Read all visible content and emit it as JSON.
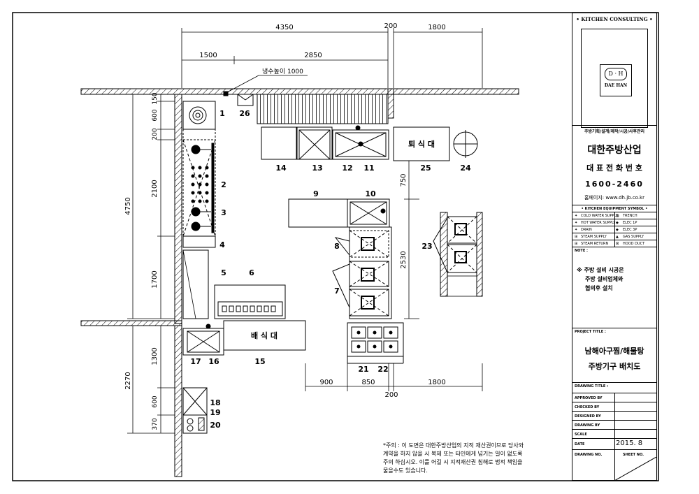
{
  "dims": {
    "top_4350": "4350",
    "top_200": "200",
    "top_1800": "1800",
    "top_1500": "1500",
    "top_2850": "2850",
    "left_150": "150",
    "left_600": "600",
    "left_200": "200",
    "left_2100": "2100",
    "left_4750": "4750",
    "left_1700": "1700",
    "left_1300": "1300",
    "left_2270": "2270",
    "left_600b": "600",
    "left_370": "370",
    "right_750": "750",
    "right_2530": "2530",
    "bot_900": "900",
    "bot_850": "850",
    "bot_200": "200",
    "bot_1800": "1800"
  },
  "notes": {
    "water_height": "냉수높이 1000",
    "pass_out": "퇴 식 대",
    "pass_in": "배 식 대"
  },
  "item_numbers": [
    "1",
    "2",
    "3",
    "4",
    "5",
    "6",
    "7",
    "8",
    "9",
    "10",
    "11",
    "12",
    "13",
    "14",
    "15",
    "16",
    "17",
    "18",
    "19",
    "20",
    "21",
    "22",
    "23",
    "24",
    "25",
    "26"
  ],
  "copyright": [
    "*주의 : 이 도면은 대한주방산업의 지적 재산권이므로 당사와",
    "계약을 하지 않을 시 복제 또는 타인에게 넘기는 일이 없도록",
    "주의 하십시오. 이를 어길 시 지적재산권 침해로 법적 책임을",
    "물을수도 있습니다."
  ],
  "title_block": {
    "header": "• KITCHEN CONSULTING •",
    "logo_mark": "D · H",
    "logo_name": "DAE HAN",
    "services": "주방기획/설계/제작/시공/사후관리",
    "company": "대한주방산업",
    "phone_label": "대 표 전 화 번 호",
    "phone": "1600-2460",
    "homepage": "홈페이지: www.dh.jb.co.kr",
    "symbol_header": "• KITCHEN EQUIPMENT SYMBOL •",
    "symbols": [
      [
        "COLD WATER SUPPLY",
        "TRENCH"
      ],
      [
        "HOT WATER SUPPLY",
        "ELEC 1P"
      ],
      [
        "DRAIN",
        "ELEC 3P"
      ],
      [
        "STEAM SUPPLY",
        "GAS SUPPLY"
      ],
      [
        "STEAM RETURN",
        "HOOD DUCT"
      ]
    ],
    "note_label": "NOTE :",
    "note_text": [
      "※ 주방 설비 시공은",
      "주방 설비업체와",
      "협의후 설치"
    ],
    "project_label": "PROJECT TITLE :",
    "project_title_1": "남해아구찜/해물탕",
    "project_title_2": "주방기구 배치도",
    "drawing_title_label": "DRAWING TITLE :",
    "approved_by": "APPROVED BY",
    "checked_by": "CHECKED BY",
    "designed_by": "DESIGNED BY",
    "drawing_by": "DRAWING BY",
    "scale": "SCALE",
    "date_label": "DATE",
    "date_value": "2015. 8",
    "drawing_no": "DRAWING NO.",
    "sheet_no": "SHEET NO."
  }
}
